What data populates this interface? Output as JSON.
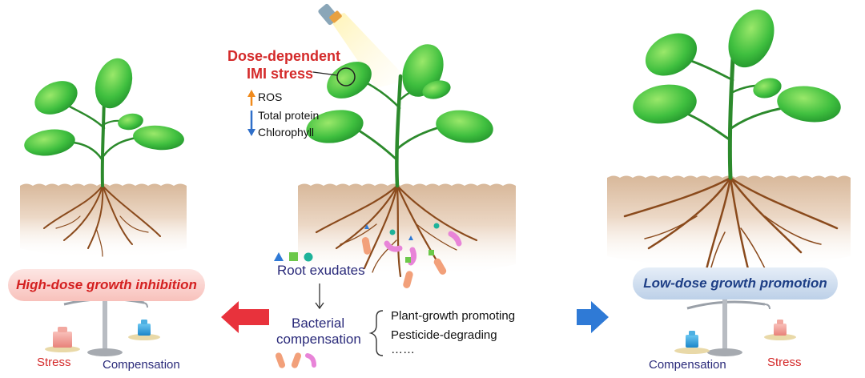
{
  "center_panel": {
    "stress_title_line1": "Dose-dependent",
    "stress_title_line2": "IMI stress",
    "indicators": {
      "ros": "ROS",
      "total_protein": "Total protein",
      "chlorophyll": "Chlorophyll"
    },
    "root_exudates": "Root exudates",
    "bacterial_compensation_line1": "Bacterial",
    "bacterial_compensation_line2": "compensation",
    "bacteria_roles": [
      "Plant-growth promoting",
      "Pesticide-degrading",
      "……"
    ]
  },
  "left_panel": {
    "label": "High-dose growth inhibition",
    "stress": "Stress",
    "compensation": "Compensation"
  },
  "right_panel": {
    "label": "Low-dose growth promotion",
    "compensation": "Compensation",
    "stress": "Stress"
  },
  "colors": {
    "stress_red": "#d42a2a",
    "promotion_blue": "#1e3f86",
    "leaf_green": "#3fbf3f",
    "root_brown": "#8a4a1c",
    "soil_tan": "#e8cdb5",
    "arrow_red": "#e8323c",
    "arrow_blue": "#2f7ad6",
    "up_arrow": "#f08a1c",
    "down_arrow": "#2f6fc9"
  }
}
